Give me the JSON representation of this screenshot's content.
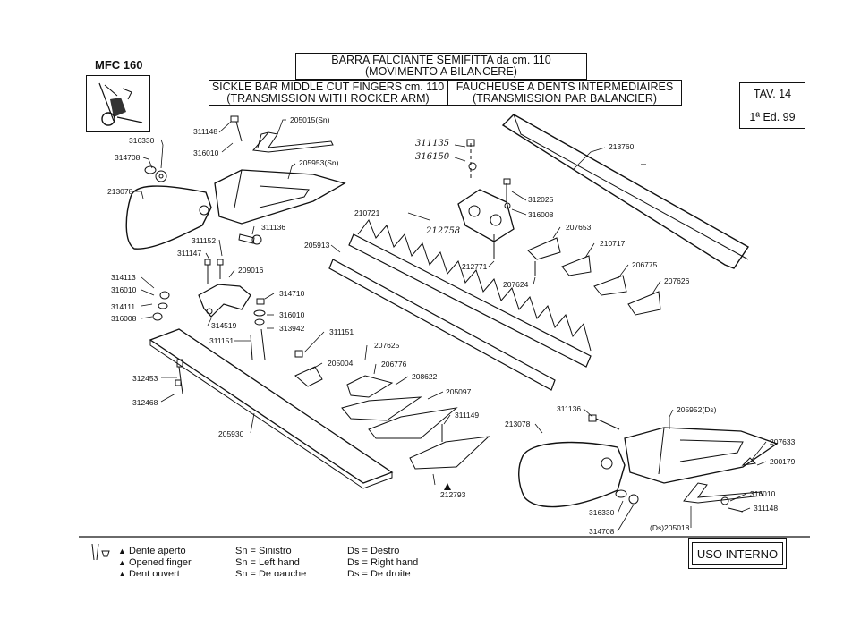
{
  "header": {
    "model": "MFC 160",
    "title_it_1": "BARRA FALCIANTE SEMIFITTA da cm. 110",
    "title_it_2": "(MOVIMENTO A BILANCERE)",
    "title_en_1": "SICKLE BAR MIDDLE CUT FINGERS cm. 110",
    "title_en_2": "(TRANSMISSION WITH ROCKER ARM)",
    "title_fr_1": "FAUCHEUSE A DENTS INTERMEDIAIRES",
    "title_fr_2": "(TRANSMISSION PAR BALANCIER)",
    "table": "TAV. 14",
    "edition": "1ª Ed. 99"
  },
  "parts": {
    "p205015": "205015(Sn)",
    "p311148a": "311148",
    "p316330a": "316330",
    "p316010a": "316010",
    "p314708a": "314708",
    "p205953": "205953(Sn)",
    "p213078a": "213078",
    "p311136a": "311136",
    "p311152": "311152",
    "p311147": "311147",
    "p209016": "209016",
    "p314113": "314113",
    "p316010b": "316010",
    "p314111": "314111",
    "p316008a": "316008",
    "p314519": "314519",
    "p314710": "314710",
    "p316010c": "316010",
    "p313942": "313942",
    "p311151a": "311151",
    "p311151b": "311151",
    "p312453": "312453",
    "p312468": "312468",
    "p205930": "205930",
    "p205004": "205004",
    "p207625": "207625",
    "p206776": "206776",
    "p208622": "208622",
    "p205097": "205097",
    "p311149": "311149",
    "p212793": "212793",
    "p311135": "311135",
    "p316150": "316150",
    "p212758": "212758",
    "p210721": "210721",
    "p205913": "205913",
    "p312025": "312025",
    "p316008b": "316008",
    "p212771": "212771",
    "p207653": "207653",
    "p210717": "210717",
    "p207624": "207624",
    "p206775": "206775",
    "p207626": "207626",
    "p213760": "213760",
    "p311136b": "311136",
    "p205952": "205952(Ds)",
    "p213078b": "213078",
    "p207633": "207633",
    "p200179": "200179",
    "p316010d": "316010",
    "p311148b": "311148",
    "p316330b": "316330",
    "p314708b": "314708",
    "p205018": "(Ds)205018"
  },
  "legend": {
    "symbol_1": "Dente aperto",
    "symbol_2": "Opened finger",
    "symbol_3": "Dent ouvert",
    "sn_1": "Sn = Sinistro",
    "sn_2": "Sn = Left hand",
    "sn_3": "Sn = De gauche",
    "ds_1": "Ds = Destro",
    "ds_2": "Ds = Right hand",
    "ds_3": "Ds = De droite"
  },
  "footer": {
    "internal_use": "USO INTERNO"
  }
}
